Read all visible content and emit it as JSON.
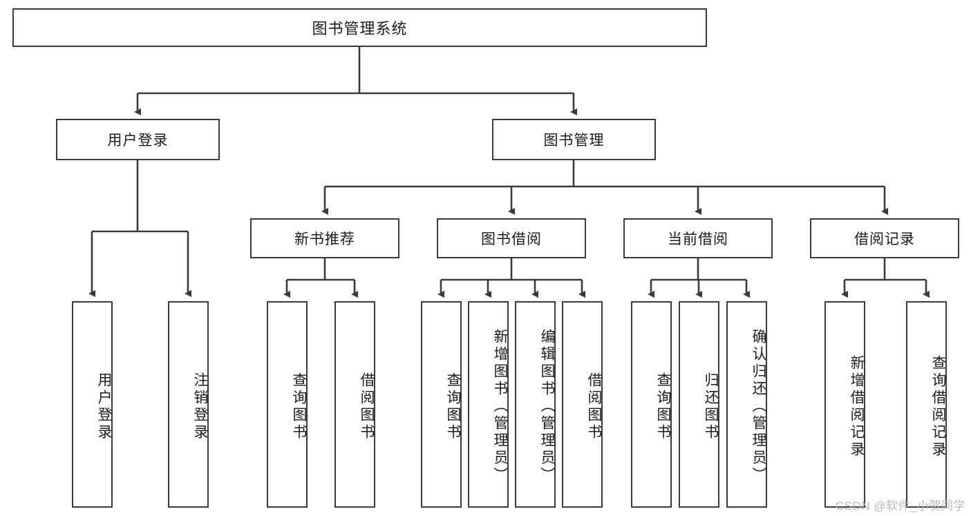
{
  "diagram": {
    "title": "图书管理系统",
    "type": "hierarchy-tree",
    "levels": 4,
    "root": {
      "label": "图书管理系统",
      "id": "root"
    },
    "level2": [
      {
        "id": "user-login",
        "label": "用户登录"
      },
      {
        "id": "book-management",
        "label": "图书管理"
      }
    ],
    "level3": [
      {
        "id": "new-book-recommend",
        "label": "新书推荐",
        "parent": "book-management"
      },
      {
        "id": "book-borrow",
        "label": "图书借阅",
        "parent": "book-management"
      },
      {
        "id": "current-borrow",
        "label": "当前借阅",
        "parent": "book-management"
      },
      {
        "id": "borrow-record",
        "label": "借阅记录",
        "parent": "book-management"
      }
    ],
    "leaves": {
      "user-login": [
        {
          "id": "leaf-user-login",
          "label": "用户登录"
        },
        {
          "id": "leaf-logout",
          "label": "注销登录"
        }
      ],
      "new-book-recommend": [
        {
          "id": "leaf-query-book-1",
          "label": "查询图书"
        },
        {
          "id": "leaf-borrow-book-1",
          "label": "借阅图书"
        }
      ],
      "book-borrow": [
        {
          "id": "leaf-query-book-2",
          "label": "查询图书"
        },
        {
          "id": "leaf-add-book",
          "label": "新增图书（管理员）"
        },
        {
          "id": "leaf-edit-book",
          "label": "编辑图书（管理员）"
        },
        {
          "id": "leaf-borrow-book-2",
          "label": "借阅图书"
        }
      ],
      "current-borrow": [
        {
          "id": "leaf-query-book-3",
          "label": "查询图书"
        },
        {
          "id": "leaf-return-book",
          "label": "归还图书"
        },
        {
          "id": "leaf-confirm-return",
          "label": "确认归还（管理员）"
        }
      ],
      "borrow-record": [
        {
          "id": "leaf-add-record",
          "label": "新增借阅记录"
        },
        {
          "id": "leaf-query-record",
          "label": "查询借阅记录"
        }
      ]
    }
  },
  "watermark": {
    "text": "CSDN @软件_小贺同学"
  },
  "colors": {
    "stroke": "#3a3a3a",
    "text": "#1b1b1b",
    "background": "#ffffff",
    "watermark": "#b9b9b9"
  }
}
